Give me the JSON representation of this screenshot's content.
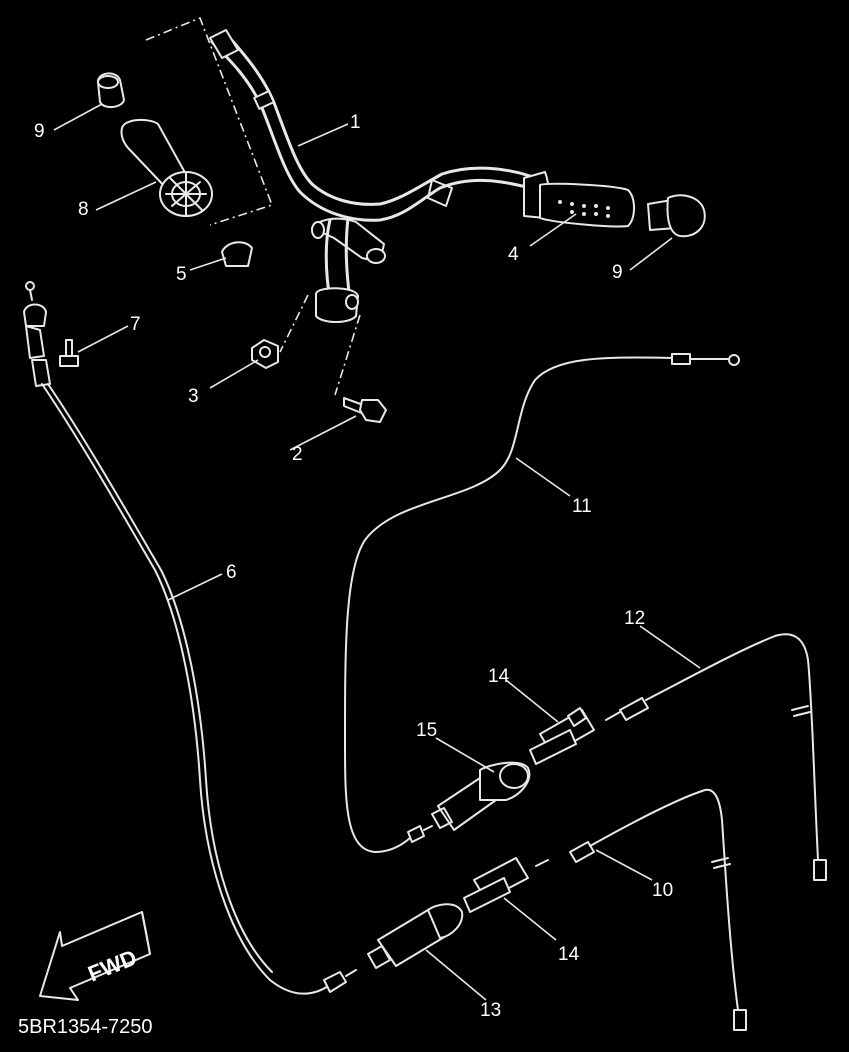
{
  "diagram": {
    "callouts": {
      "c1": "1",
      "c2": "2",
      "c3": "3",
      "c4": "4",
      "c5": "5",
      "c6": "6",
      "c7": "7",
      "c8": "8",
      "c9a": "9",
      "c9b": "9",
      "c10": "10",
      "c11": "11",
      "c12": "12",
      "c13": "13",
      "c14a": "14",
      "c14b": "14",
      "c15": "15"
    },
    "fwd_label": "FWD",
    "drawing_code": "5BR1354-7250"
  }
}
